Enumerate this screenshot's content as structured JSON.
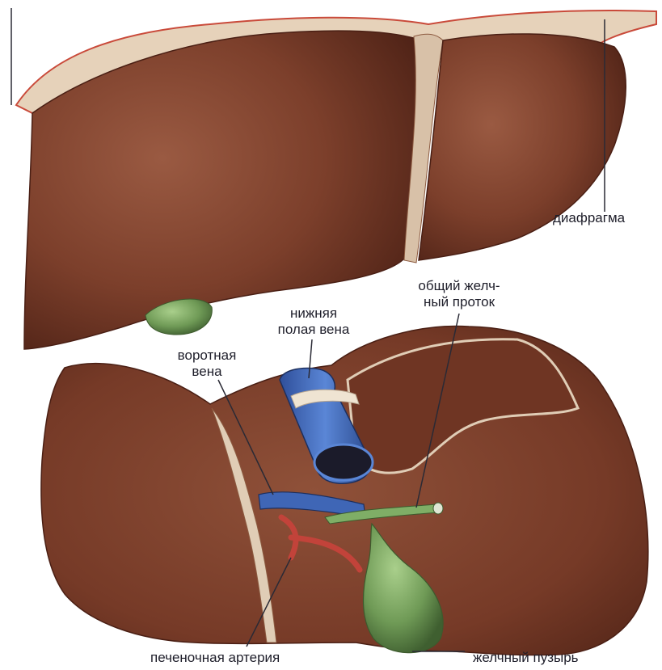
{
  "labels": {
    "diaphragm": "диафрагма",
    "ivc_line1": "нижняя",
    "ivc_line2": "полая вена",
    "cbd_line1": "общий желч-",
    "cbd_line2": "ный проток",
    "portal_line1": "воротная",
    "portal_line2": "вена",
    "hepatic_artery": "печеночная артерия",
    "gallbladder": "желчный пузырь"
  },
  "colors": {
    "liver": "#7c3f2b",
    "liver_dark": "#5a2a1c",
    "diaphragm": "#e6d2ba",
    "vein_blue": "#3f66b6",
    "duct_green": "#7fae66",
    "artery_red": "#c2433a",
    "gallbladder": "#6f9a56",
    "leader_line": "#2a2a35"
  }
}
